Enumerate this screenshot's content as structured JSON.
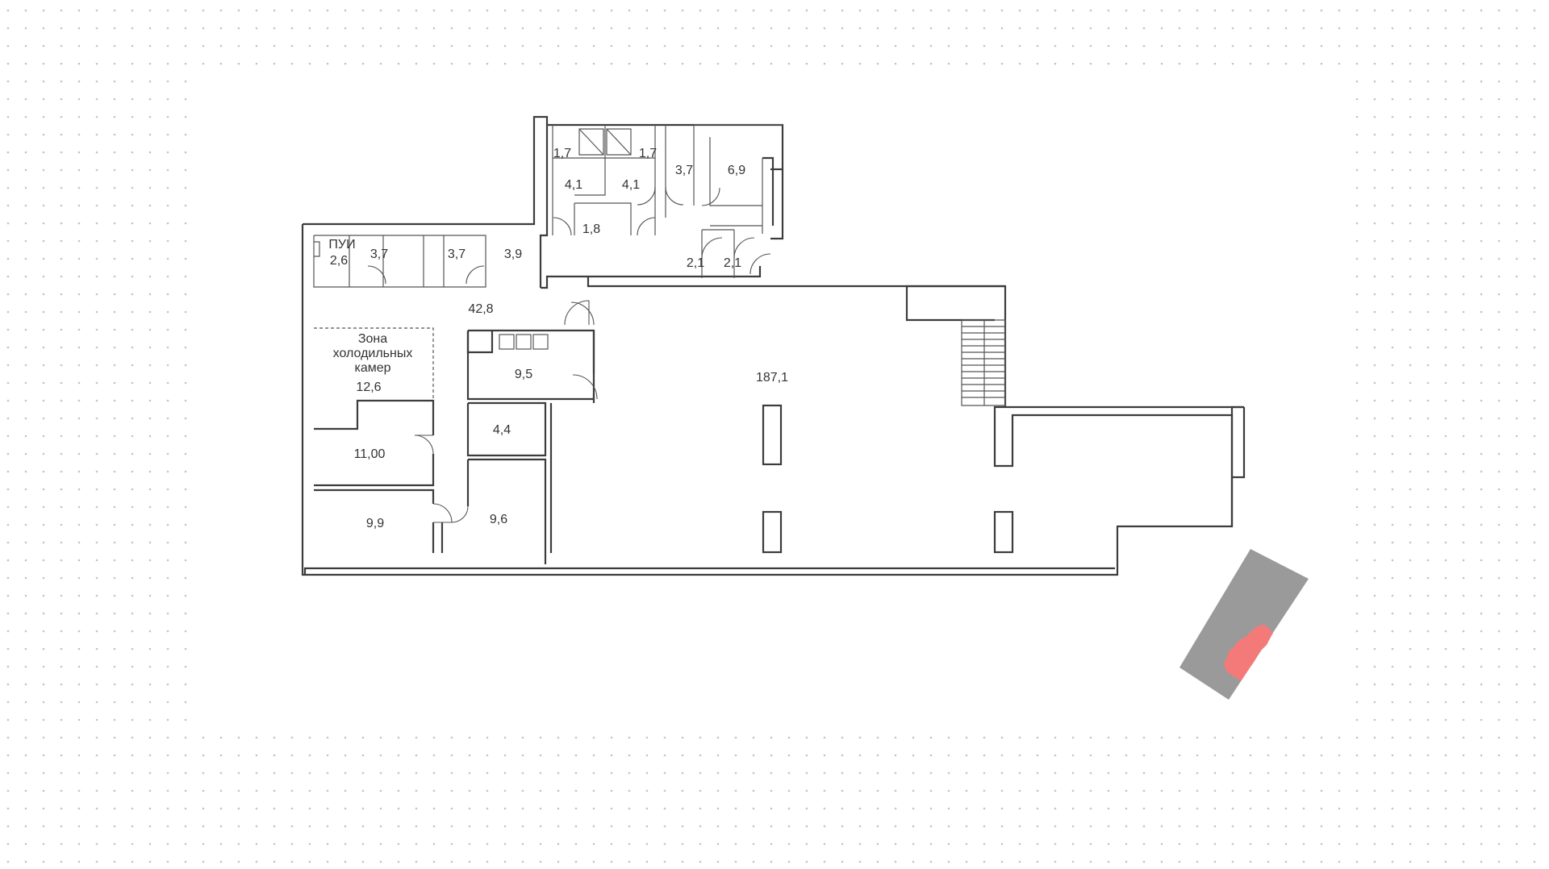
{
  "rooms": {
    "main_hall": "187,1",
    "corridor": "42,8",
    "cold_zone_line1": "Зона",
    "cold_zone_line2": "холодильных",
    "cold_zone_line3": "камер",
    "cold_zone_area": "12,6",
    "pui_label": "ПУИ",
    "pui_area": "2,6",
    "wc_a": "3,7",
    "wc_b": "3,7",
    "room_39": "3,9",
    "room_95": "9,5",
    "room_44": "4,4",
    "room_1100": "11,00",
    "room_99": "9,9",
    "room_96": "9,6",
    "shower_a": "1,7",
    "shower_b": "1,7",
    "locker_a": "4,1",
    "locker_b": "4,1",
    "wc_small": "1,8",
    "room_37b": "3,7",
    "room_69": "6,9",
    "vest_a": "2,1",
    "vest_b": "2,1"
  },
  "colors": {
    "wall": "#3c3c3c",
    "grid_dot": "#c4c4c4",
    "site_building": "#9a9a9a",
    "highlight": "#f47a7a"
  }
}
